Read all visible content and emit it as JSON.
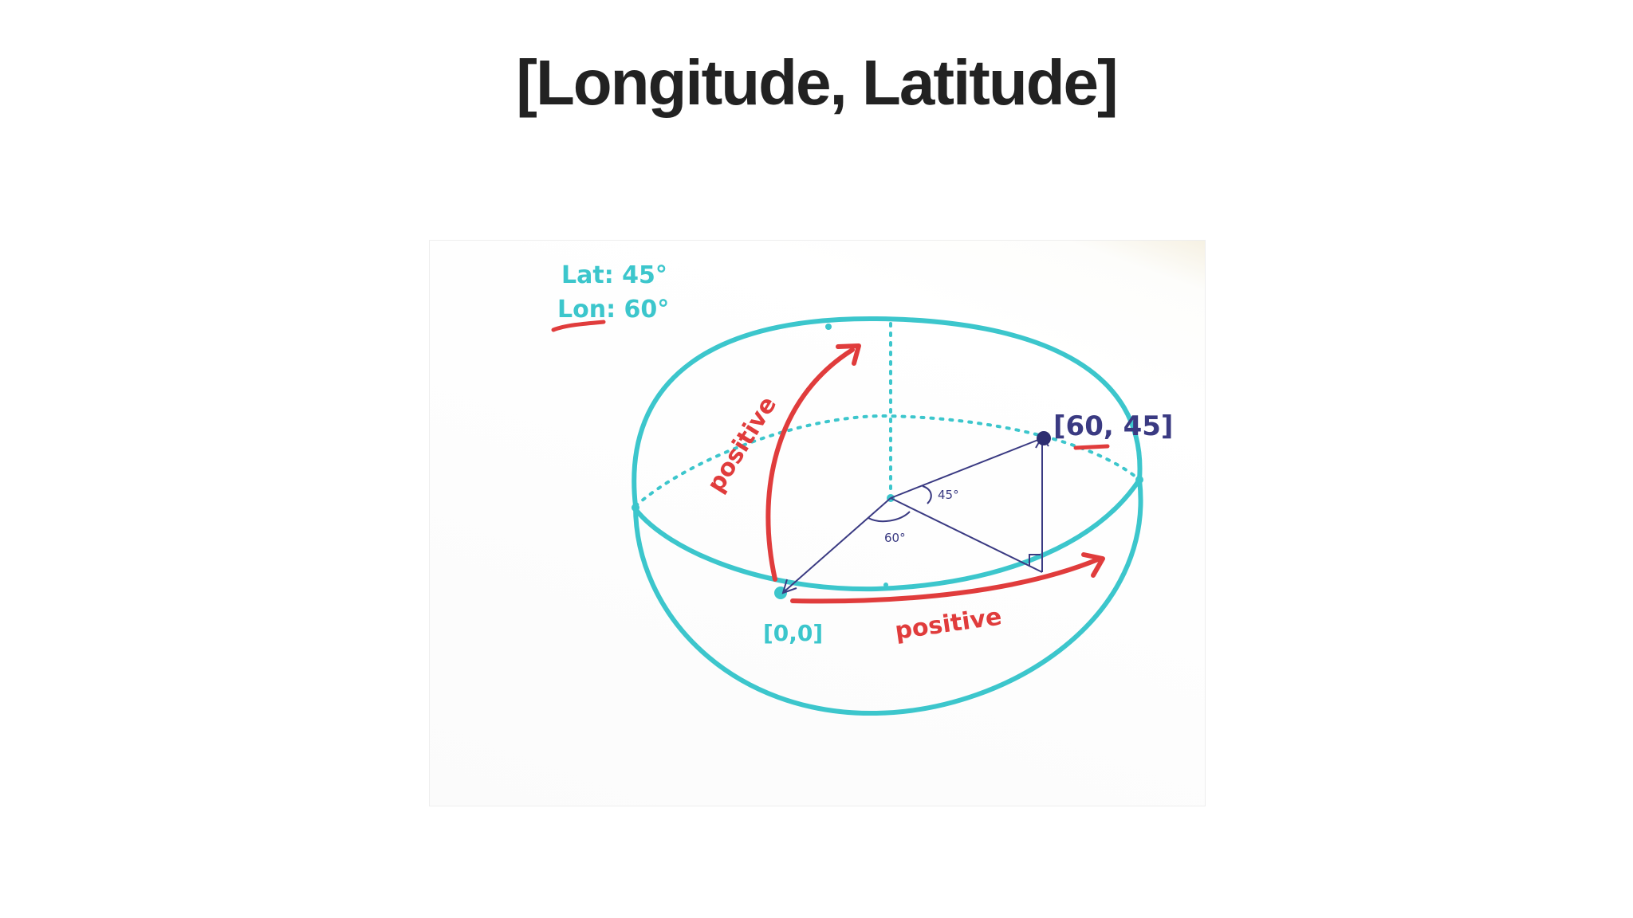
{
  "slide": {
    "title": "[Longitude, Latitude]"
  },
  "figure": {
    "legend_lat": "Lat: 45°",
    "legend_lon": "Lon: 60°",
    "point_label": "[60, 45]",
    "origin_label": "[0,0]",
    "positive_latitude": "positive",
    "positive_longitude": "positive",
    "angle_latitude": "45°",
    "angle_longitude": "60°",
    "colors": {
      "sphere": "#3cc6cc",
      "arrow": "#e03c3c",
      "vector": "#3a3a82",
      "title": "#222222"
    }
  }
}
